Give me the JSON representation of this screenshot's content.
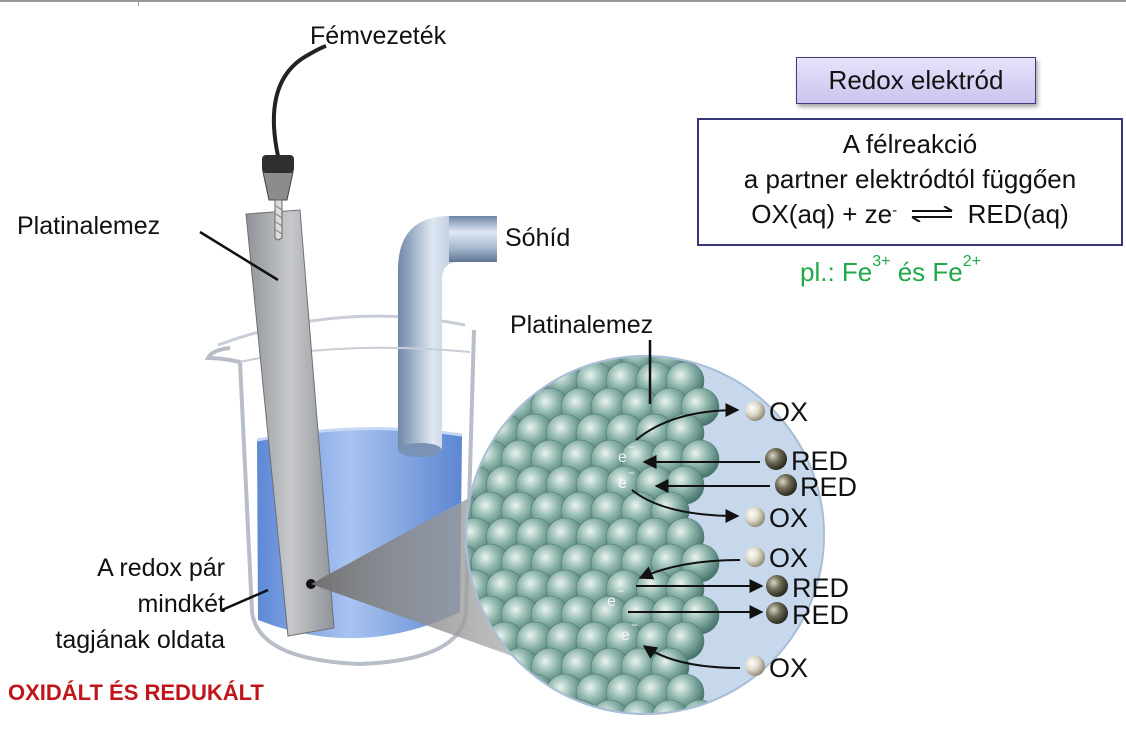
{
  "labels": {
    "wire": "Fémvezeték",
    "plate_left": "Platinalemez",
    "salt_bridge": "Sóhíd",
    "plate_zoom": "Platinalemez",
    "solution_line1": "A redox pár",
    "solution_line2": "mindkét",
    "solution_line3": "tagjának oldata",
    "oxidized_reduced": "OXIDÁLT ÉS REDUKÁLT"
  },
  "title_box": {
    "text": "Redox elektród"
  },
  "info_box": {
    "line1": "A félreakció",
    "line2": "a partner elektródtól függően",
    "eq_left": "OX(aq) + ze",
    "eq_sup": "-",
    "eq_right": "RED(aq)"
  },
  "example": {
    "prefix": "pl.: Fe",
    "sup1": "3+",
    "middle": " és Fe",
    "sup2": "2+"
  },
  "species": [
    {
      "name": "species-ox-1",
      "text": "OX"
    },
    {
      "name": "species-red-1",
      "text": "RED"
    },
    {
      "name": "species-red-2",
      "text": "RED"
    },
    {
      "name": "species-ox-2",
      "text": "OX"
    },
    {
      "name": "species-ox-3",
      "text": "OX"
    },
    {
      "name": "species-red-3",
      "text": "RED"
    },
    {
      "name": "species-red-4",
      "text": "RED"
    },
    {
      "name": "species-ox-4",
      "text": "OX"
    }
  ],
  "electron": {
    "symbol": "e",
    "charge": "−"
  },
  "colors": {
    "accent_title_box": "#cdc3ee",
    "info_border": "#35357a",
    "example_green": "#21a84a",
    "warning_red": "#c0151a",
    "solution_blue": "#7fa6e6",
    "atom_teal": "#6f9c94"
  }
}
